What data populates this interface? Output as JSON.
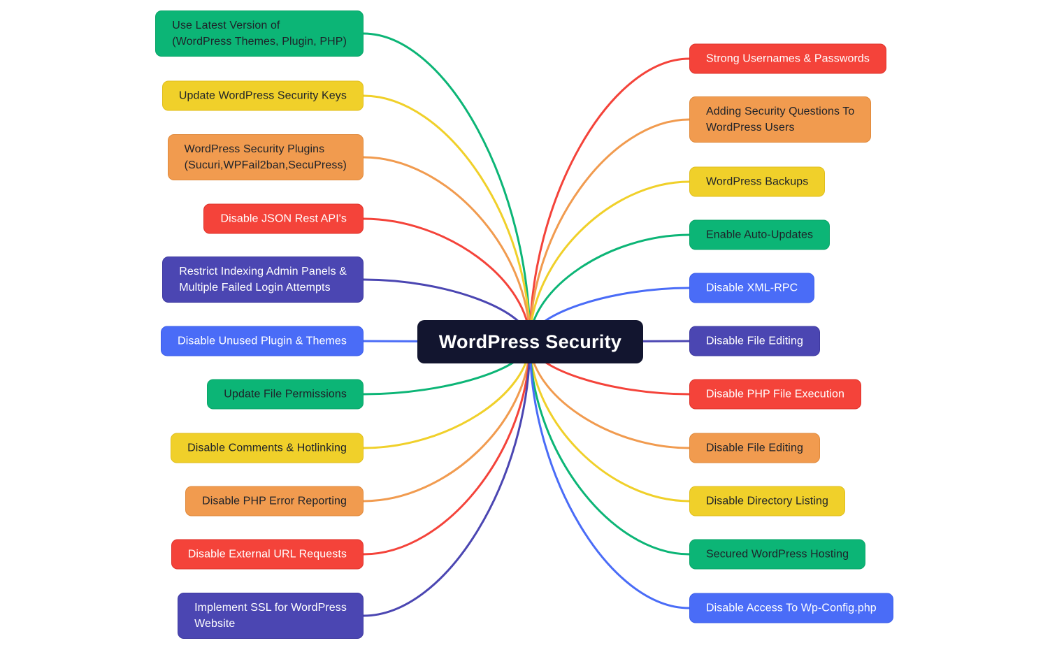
{
  "title": "WordPress Security Mind Map",
  "center": {
    "label": "WordPress Security",
    "bg": "#12152F",
    "text": "#FFFFFF"
  },
  "palette": {
    "green": {
      "fill": "#0CB576",
      "border": "#0AA468",
      "text": "#1E2229"
    },
    "yellow": {
      "fill": "#F0D02A",
      "border": "#E0BE1C",
      "text": "#1E2229"
    },
    "orange": {
      "fill": "#F19B4F",
      "border": "#E08A3C",
      "text": "#1E2229"
    },
    "red": {
      "fill": "#F4433A",
      "border": "#DE332B",
      "text": "#FFFFFF"
    },
    "indigo": {
      "fill": "#4B46B2",
      "border": "#3E39A0",
      "text": "#FFFFFF"
    },
    "blue": {
      "fill": "#4A6CF7",
      "border": "#3B5EEA",
      "text": "#FFFFFF"
    }
  },
  "left_nodes": [
    {
      "label": "Use Latest Version of\n(WordPress Themes, Plugin, PHP)",
      "color": "green"
    },
    {
      "label": "Update WordPress Security Keys",
      "color": "yellow"
    },
    {
      "label": "WordPress Security Plugins\n(Sucuri,WPFail2ban,SecuPress)",
      "color": "orange"
    },
    {
      "label": "Disable JSON Rest API's",
      "color": "red"
    },
    {
      "label": "Restrict Indexing Admin Panels &\nMultiple Failed Login Attempts",
      "color": "indigo"
    },
    {
      "label": "Disable Unused Plugin & Themes",
      "color": "blue"
    },
    {
      "label": "Update File Permissions",
      "color": "green"
    },
    {
      "label": "Disable Comments & Hotlinking",
      "color": "yellow"
    },
    {
      "label": "Disable PHP Error Reporting",
      "color": "orange"
    },
    {
      "label": "Disable External URL Requests",
      "color": "red"
    },
    {
      "label": "Implement SSL for WordPress\nWebsite",
      "color": "indigo"
    }
  ],
  "right_nodes": [
    {
      "label": "Strong Usernames & Passwords",
      "color": "red"
    },
    {
      "label": "Adding Security Questions To\nWordPress Users",
      "color": "orange"
    },
    {
      "label": "WordPress Backups",
      "color": "yellow"
    },
    {
      "label": "Enable Auto-Updates",
      "color": "green"
    },
    {
      "label": "Disable XML-RPC",
      "color": "blue"
    },
    {
      "label": "Disable File Editing",
      "color": "indigo"
    },
    {
      "label": "Disable PHP File Execution",
      "color": "red"
    },
    {
      "label": "Disable File Editing",
      "color": "orange"
    },
    {
      "label": "Disable Directory Listing",
      "color": "yellow"
    },
    {
      "label": "Secured WordPress Hosting",
      "color": "green"
    },
    {
      "label": "Disable Access To Wp-Config.php",
      "color": "blue"
    }
  ]
}
